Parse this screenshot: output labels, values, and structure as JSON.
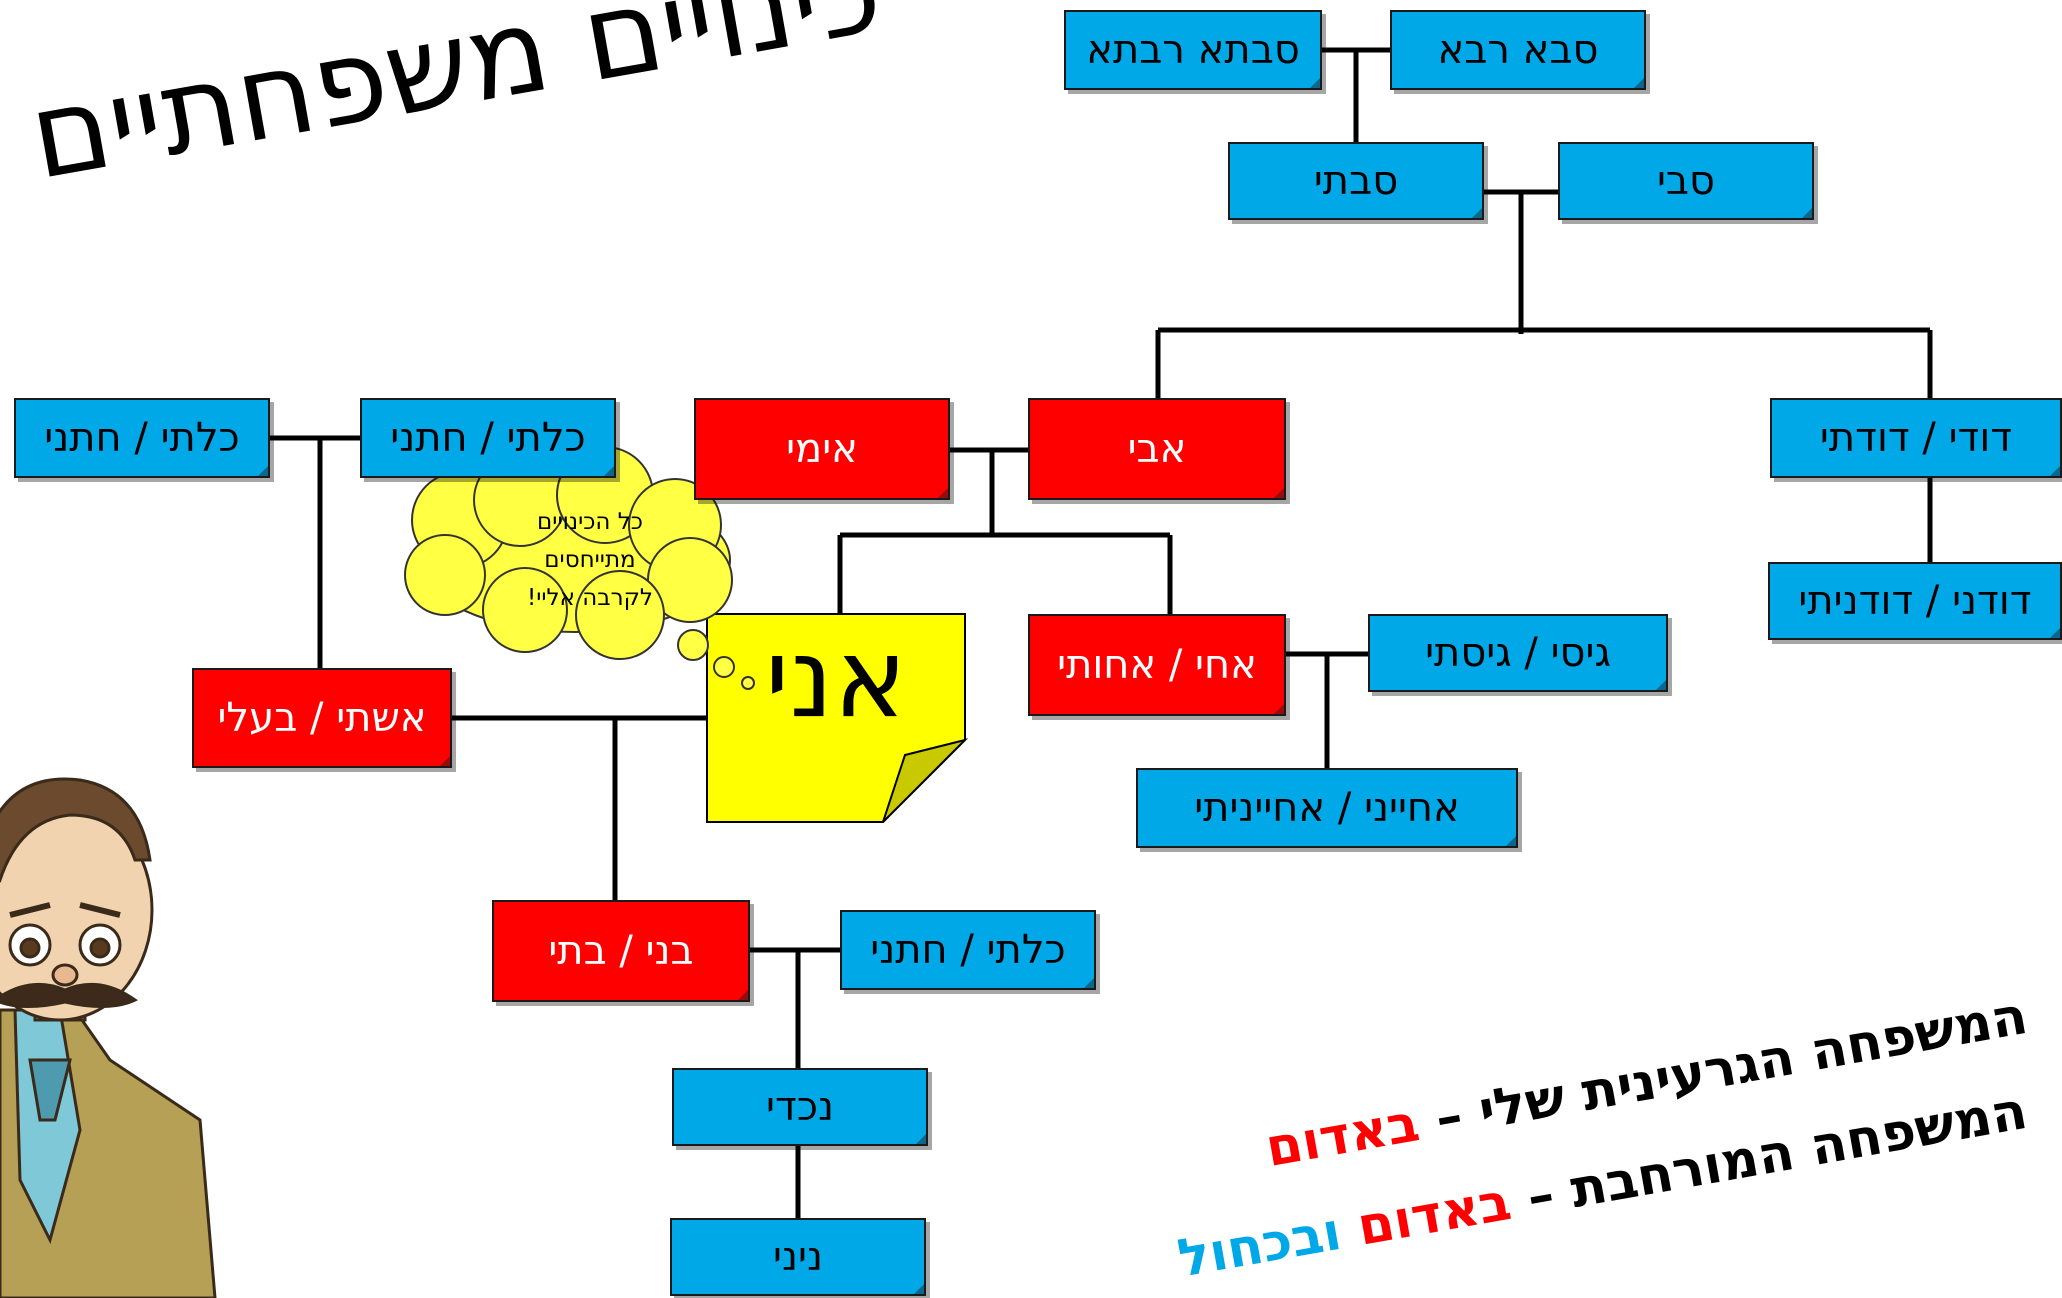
{
  "title": "כינויים משפחתיים",
  "colors": {
    "red": "#ff0000",
    "blue": "#00a8e8",
    "yellow": "#ffff00"
  },
  "boxes": {
    "great_grandmother": "סבתא רבתא",
    "great_grandfather": "סבא רבא",
    "grandmother": "סבתי",
    "grandfather": "סבי",
    "mother": "אימי",
    "father": "אבי",
    "uncle_aunt": "דודי / דודתי",
    "cousin": "דודני / דודניתי",
    "in_law_left": "כלתי / חתני",
    "in_law_mid": "כלתי / חתני",
    "brother_sister": "אחי / אחותי",
    "sibling_in_law": "גיסי / גיסתי",
    "nephew_niece": "אחייני / אחייניתי",
    "spouse": "אשתי / בעלי",
    "me": "אני",
    "son_daughter": "בני / בתי",
    "child_in_law": "כלתי / חתני",
    "grandchild": "נכדי",
    "great_grandchild": "ניני"
  },
  "thought_bubble": {
    "line1": "כל הכינויים",
    "line2": "מתייחסים",
    "line3": "לקרבה אליי!"
  },
  "legend": {
    "nuclear_prefix": "המשפחה הגרעינית שלי –",
    "nuclear_color_word": "באדום",
    "extended_prefix": "המשפחה המורחבת –",
    "extended_red_word": "באדום",
    "extended_blue_word": "ובכחול"
  }
}
